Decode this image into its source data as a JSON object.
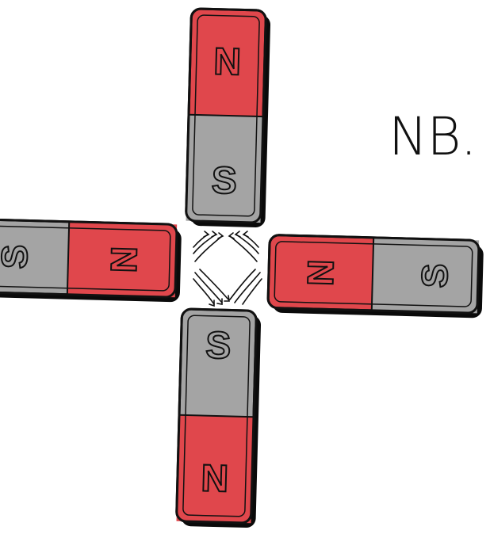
{
  "annotation": {
    "text": "NB."
  },
  "magnets": {
    "top": {
      "north_label": "N",
      "south_label": "S"
    },
    "bottom": {
      "north_label": "N",
      "south_label": "S"
    },
    "left": {
      "north_label": "N",
      "south_label": "S"
    },
    "right": {
      "north_label": "N",
      "south_label": "S"
    }
  },
  "colors": {
    "north": "#e0474c",
    "south": "#a4a4a4",
    "outline": "#111111",
    "shadow": "#0a0a0a"
  }
}
